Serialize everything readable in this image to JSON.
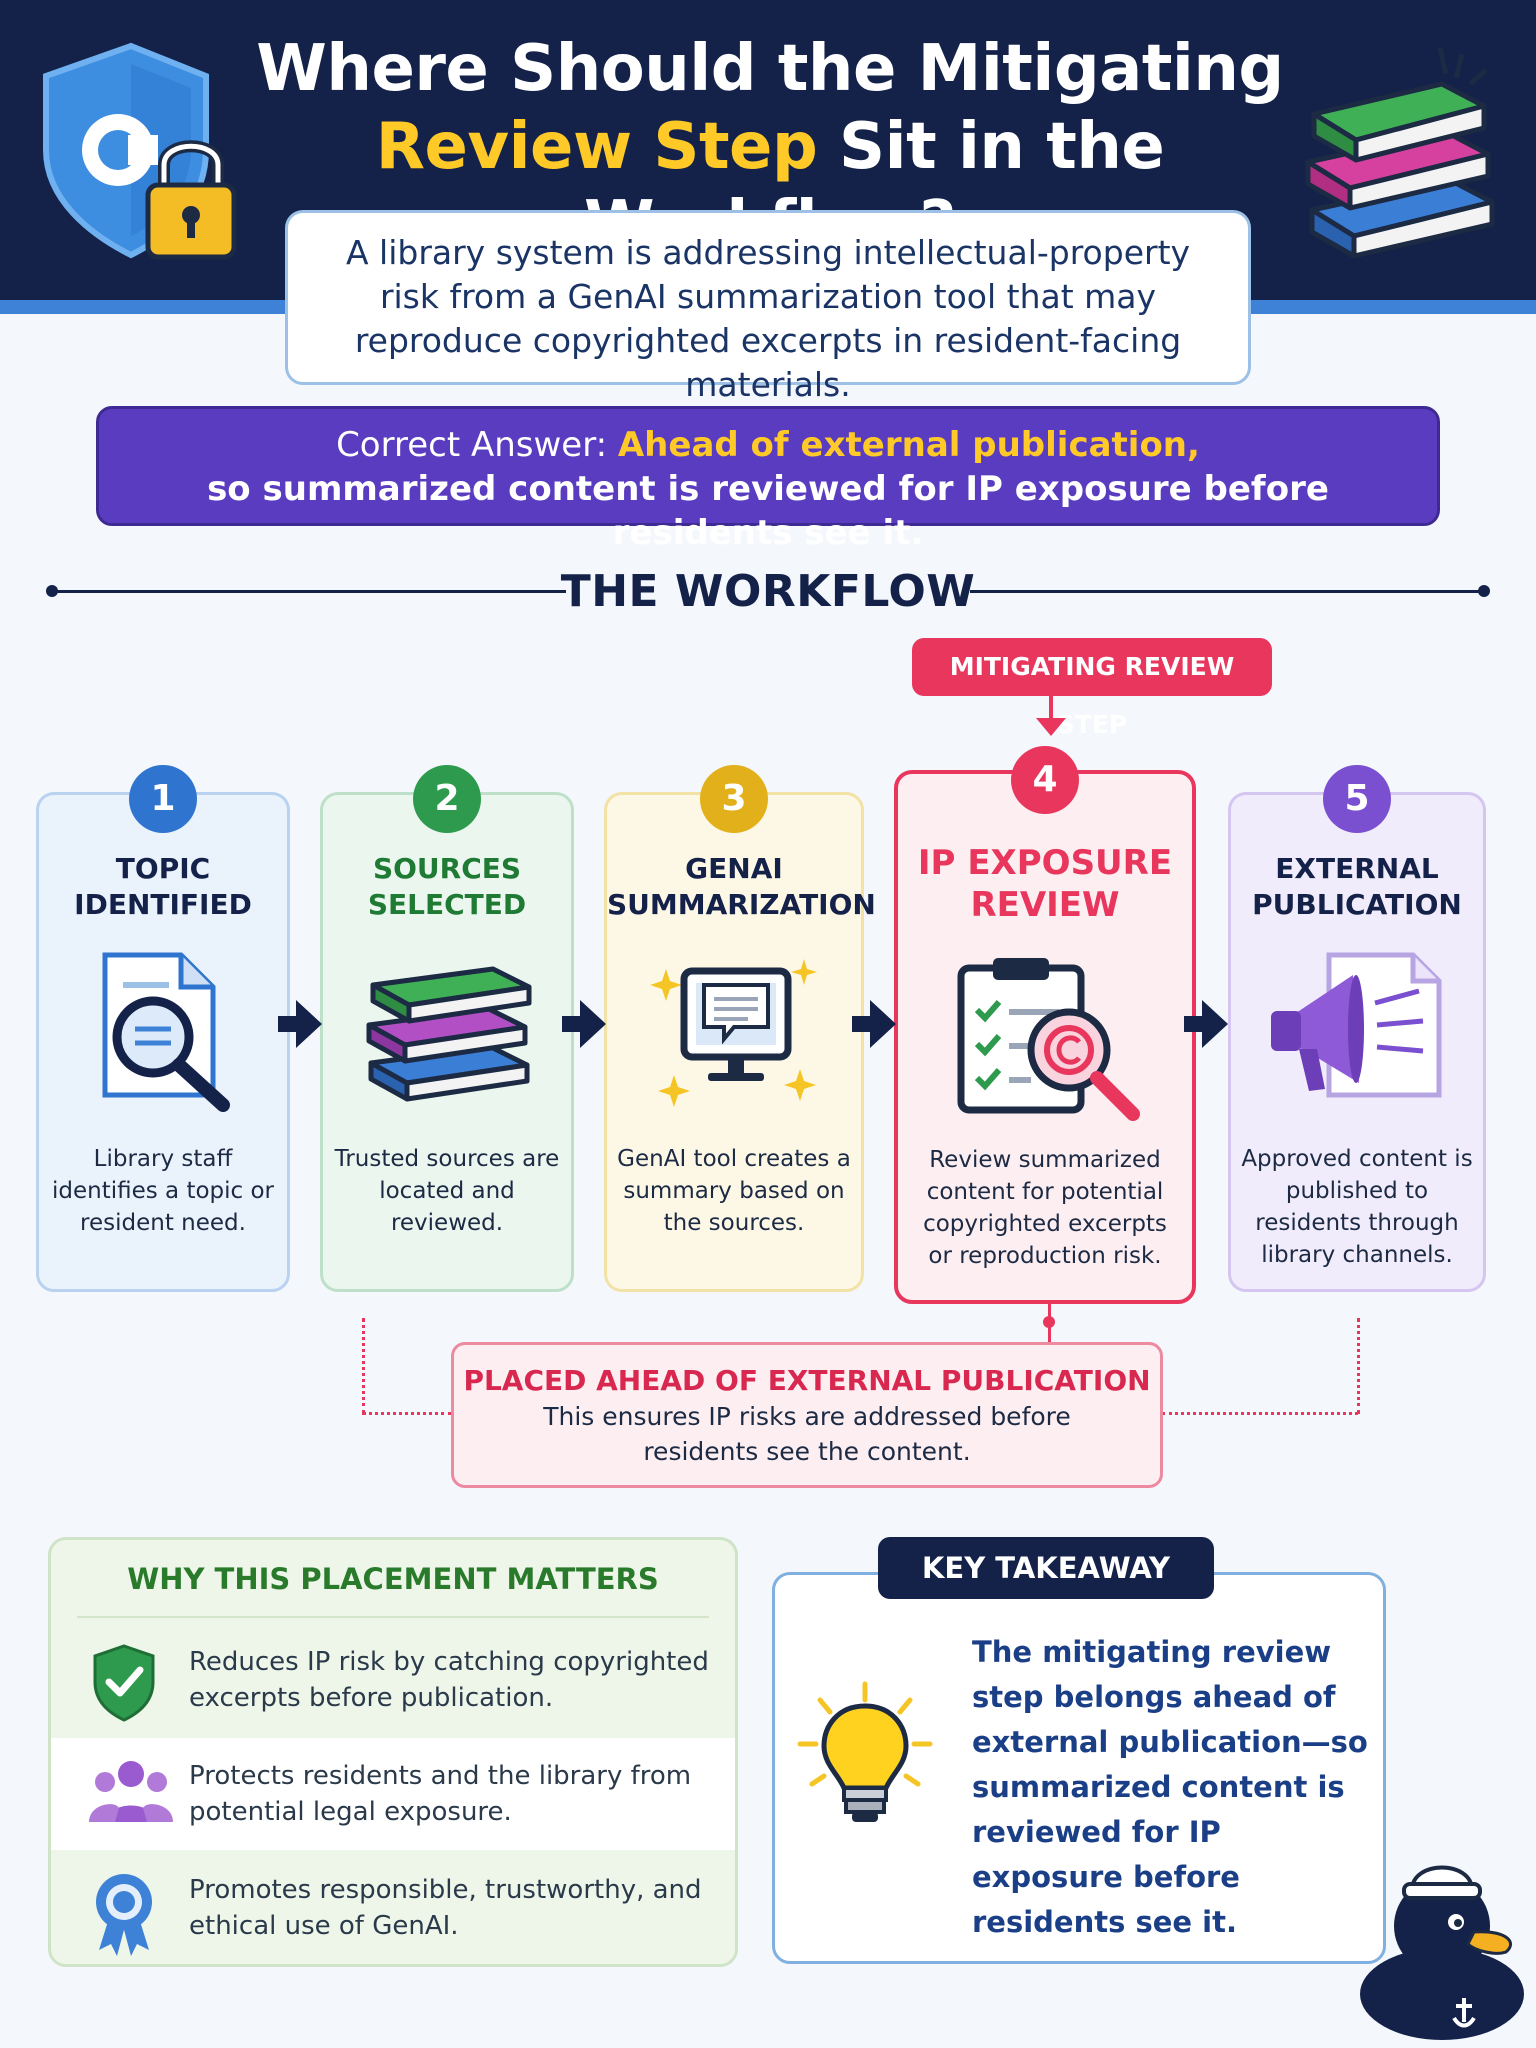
{
  "header": {
    "title_line1": "Where Should the Mitigating",
    "title_highlight": "Review Step",
    "title_line2_rest": " Sit in the Workflow?"
  },
  "intro": {
    "text": "A library system is addressing intellectual-property risk from a GenAI summarization tool that may reproduce copyrighted excerpts in resident-facing materials."
  },
  "answer": {
    "label": "Correct Answer: ",
    "highlight": "Ahead of external publication,",
    "rest": "so summarized content is reviewed for IP exposure before residents see it."
  },
  "workflow": {
    "title": "THE WORKFLOW",
    "mitigating_tag": "MITIGATING REVIEW STEP",
    "steps": [
      {
        "number": "1",
        "title_l1": "TOPIC",
        "title_l2": "IDENTIFIED",
        "desc": "Library staff identifies a topic or resident need.",
        "icon": "search-document-icon",
        "color": "#2f74cf"
      },
      {
        "number": "2",
        "title_l1": "SOURCES",
        "title_l2": "SELECTED",
        "desc": "Trusted sources are located and reviewed.",
        "icon": "books-icon",
        "color": "#2e9a4d"
      },
      {
        "number": "3",
        "title_l1": "GENAI",
        "title_l2": "SUMMARIZATION",
        "desc": "GenAI tool creates a summary based on the sources.",
        "icon": "monitor-summary-icon",
        "color": "#e2b01a"
      },
      {
        "number": "4",
        "title_l1": "IP EXPOSURE",
        "title_l2": "REVIEW",
        "desc": "Review summarized content for potential copyrighted excerpts or reproduction risk.",
        "icon": "clipboard-copyright-icon",
        "color": "#e8365d"
      },
      {
        "number": "5",
        "title_l1": "EXTERNAL",
        "title_l2": "PUBLICATION",
        "desc": "Approved content is published to residents through library channels.",
        "icon": "megaphone-icon",
        "color": "#7a4fd0"
      }
    ]
  },
  "placed": {
    "title": "PLACED AHEAD OF EXTERNAL PUBLICATION",
    "text": "This ensures IP risks are addressed before residents see the content."
  },
  "why": {
    "title": "WHY THIS PLACEMENT MATTERS",
    "items": [
      {
        "text": "Reduces IP risk by catching copyrighted excerpts before publication.",
        "icon": "shield-check-icon"
      },
      {
        "text": "Protects residents and the library from potential legal exposure.",
        "icon": "people-icon"
      },
      {
        "text": "Promotes responsible, trustworthy, and ethical use of GenAI.",
        "icon": "ribbon-badge-icon"
      }
    ]
  },
  "takeaway": {
    "tag": "KEY TAKEAWAY",
    "text": "The mitigating review step belongs ahead of external publication—so summarized content is reviewed for IP exposure before residents see it."
  },
  "colors": {
    "navy": "#14224a",
    "accent_yellow": "#ffc928",
    "purple": "#5a3cc0",
    "review_red": "#e8365d"
  }
}
